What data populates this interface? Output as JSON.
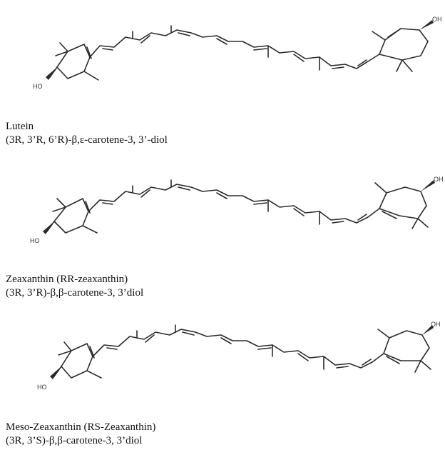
{
  "molecules": [
    {
      "name": "Lutein",
      "iupac": "(3R, 3’R, 6’R)-β,ε-carotene-3, 3’-diol",
      "left_oh": "HO",
      "right_oh": "OH"
    },
    {
      "name": "Zeaxanthin (RR-zeaxanthin)",
      "iupac": "(3R, 3’R)-β,β-carotene-3, 3’diol",
      "left_oh": "HO",
      "right_oh": "OH"
    },
    {
      "name": "Meso-Zeaxanthin (RS-Zeaxanthin)",
      "iupac": "(3R, 3’S)-β,β-carotene-3, 3’diol",
      "left_oh": "HO",
      "right_oh": "OH"
    }
  ]
}
